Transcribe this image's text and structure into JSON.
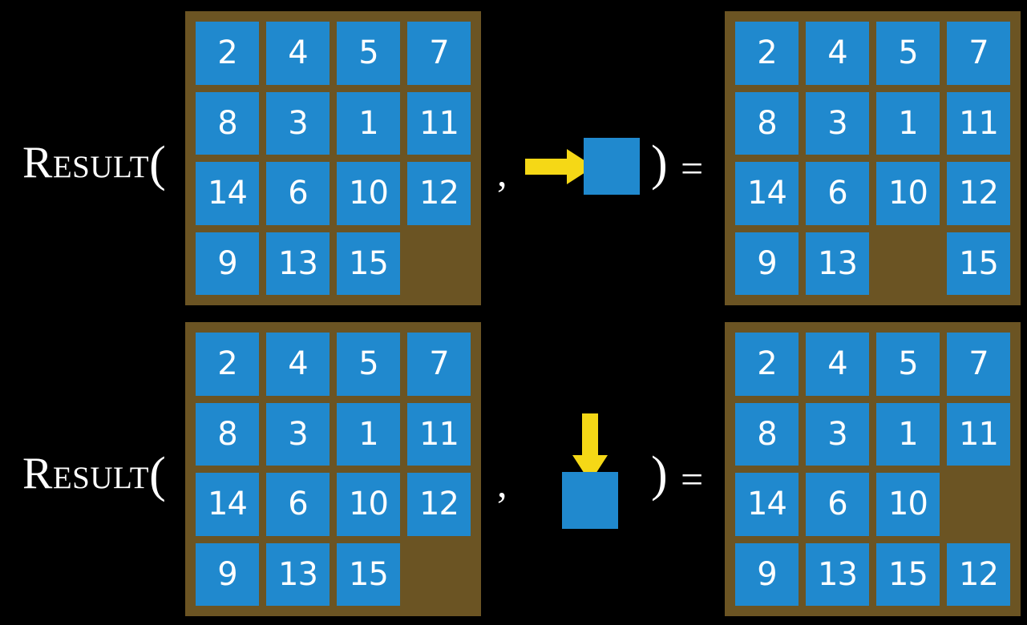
{
  "figure": {
    "background_color": "#000000",
    "tile_color": "#2089ce",
    "frame_color": "#6b5423",
    "arrow_color": "#f5d816",
    "text_color": "#ffffff"
  },
  "symbols": {
    "function_name": "Result",
    "paren_open": "(",
    "paren_close": ")",
    "comma": ",",
    "equals": "="
  },
  "rows": [
    {
      "id": "row-right-move",
      "input_grid": {
        "label": "input-board",
        "rows": [
          [
            "2",
            "4",
            "5",
            "7"
          ],
          [
            "8",
            "3",
            "1",
            "11"
          ],
          [
            "14",
            "6",
            "10",
            "12"
          ],
          [
            "9",
            "13",
            "15",
            ""
          ]
        ]
      },
      "move": {
        "direction": "right",
        "arrow_icon": "arrow-right-icon",
        "tile_icon": "blank-tile-icon"
      },
      "output_grid": {
        "label": "output-board",
        "rows": [
          [
            "2",
            "4",
            "5",
            "7"
          ],
          [
            "8",
            "3",
            "1",
            "11"
          ],
          [
            "14",
            "6",
            "10",
            "12"
          ],
          [
            "9",
            "13",
            "",
            "15"
          ]
        ]
      }
    },
    {
      "id": "row-down-move",
      "input_grid": {
        "label": "input-board",
        "rows": [
          [
            "2",
            "4",
            "5",
            "7"
          ],
          [
            "8",
            "3",
            "1",
            "11"
          ],
          [
            "14",
            "6",
            "10",
            "12"
          ],
          [
            "9",
            "13",
            "15",
            ""
          ]
        ]
      },
      "move": {
        "direction": "down",
        "arrow_icon": "arrow-down-icon",
        "tile_icon": "blank-tile-icon"
      },
      "output_grid": {
        "label": "output-board",
        "rows": [
          [
            "2",
            "4",
            "5",
            "7"
          ],
          [
            "8",
            "3",
            "1",
            "11"
          ],
          [
            "14",
            "6",
            "10",
            ""
          ],
          [
            "9",
            "13",
            "15",
            "12"
          ]
        ]
      }
    }
  ]
}
